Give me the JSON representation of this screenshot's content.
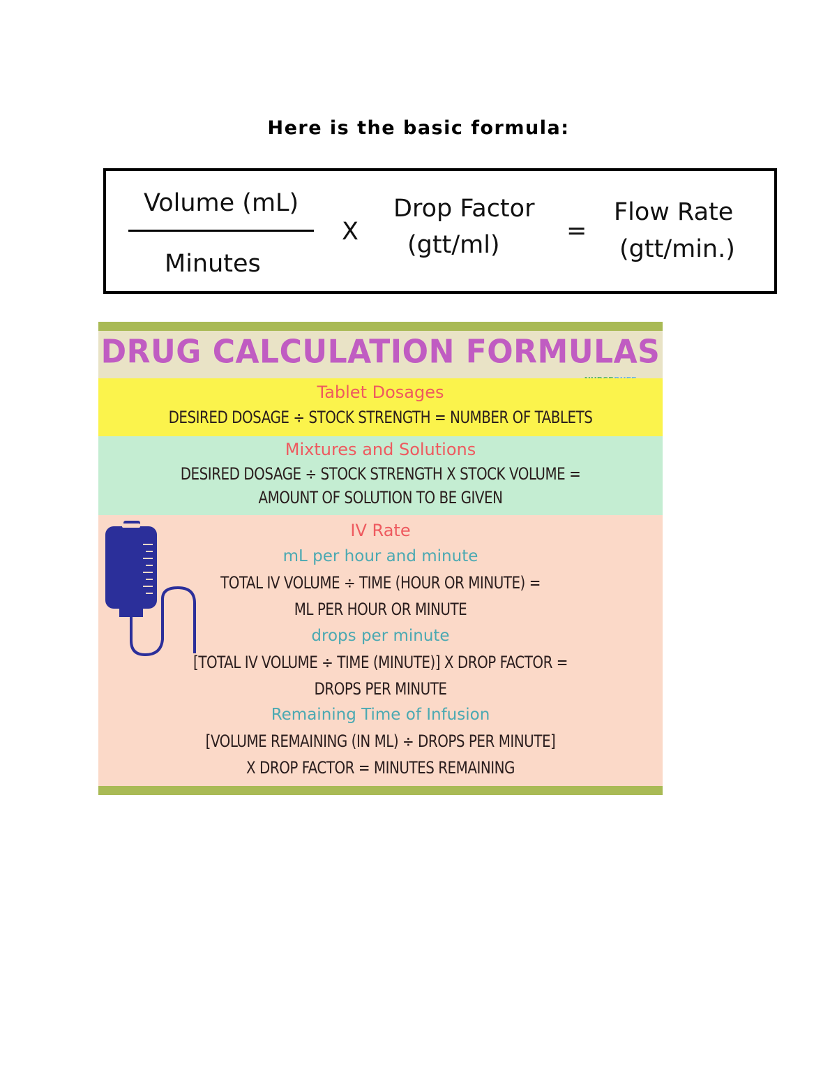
{
  "heading": "Here is the basic formula:",
  "formula": {
    "numerator": "Volume (mL)",
    "denominator": "Minutes",
    "times": "X",
    "factor_line1": "Drop Factor",
    "factor_line2": "(gtt/ml)",
    "equals": "=",
    "result_line1": "Flow Rate",
    "result_line2": "(gtt/min.)"
  },
  "poster": {
    "title": "DRUG CALCULATION FORMULAS",
    "brand_a": "NURSE",
    "brand_b": "BUFF",
    "tablet": {
      "heading": "Tablet Dosages",
      "line1": "DESIRED DOSAGE ÷ STOCK STRENGTH = NUMBER OF TABLETS"
    },
    "mixtures": {
      "heading": "Mixtures and Solutions",
      "line1": "DESIRED DOSAGE ÷ STOCK STRENGTH X STOCK VOLUME =",
      "line2": "AMOUNT OF SOLUTION TO BE GIVEN"
    },
    "iv": {
      "heading": "IV Rate",
      "ml_heading": "mL per hour and minute",
      "ml_line1": "TOTAL IV VOLUME ÷ TIME (HOUR OR MINUTE) =",
      "ml_line2": "ML PER HOUR OR MINUTE",
      "drops_heading": "drops per minute",
      "drops_line1": "[TOTAL IV VOLUME ÷ TIME (MINUTE)] X DROP FACTOR =",
      "drops_line2": "DROPS PER MINUTE",
      "remaining_heading": "Remaining Time of Infusion",
      "remaining_line1": "[VOLUME REMAINING (IN ML) ÷ DROPS PER MINUTE]",
      "remaining_line2": "X DROP FACTOR = MINUTES REMAINING"
    },
    "colors": {
      "title": "#c05cc2",
      "yellow_band": "#fbf34c",
      "green_band": "#c4edd2",
      "peach_band": "#fbd9c8",
      "bar": "#a9ba55",
      "iv_bag": "#2b2f9a"
    },
    "icon": "iv-bag-icon"
  }
}
